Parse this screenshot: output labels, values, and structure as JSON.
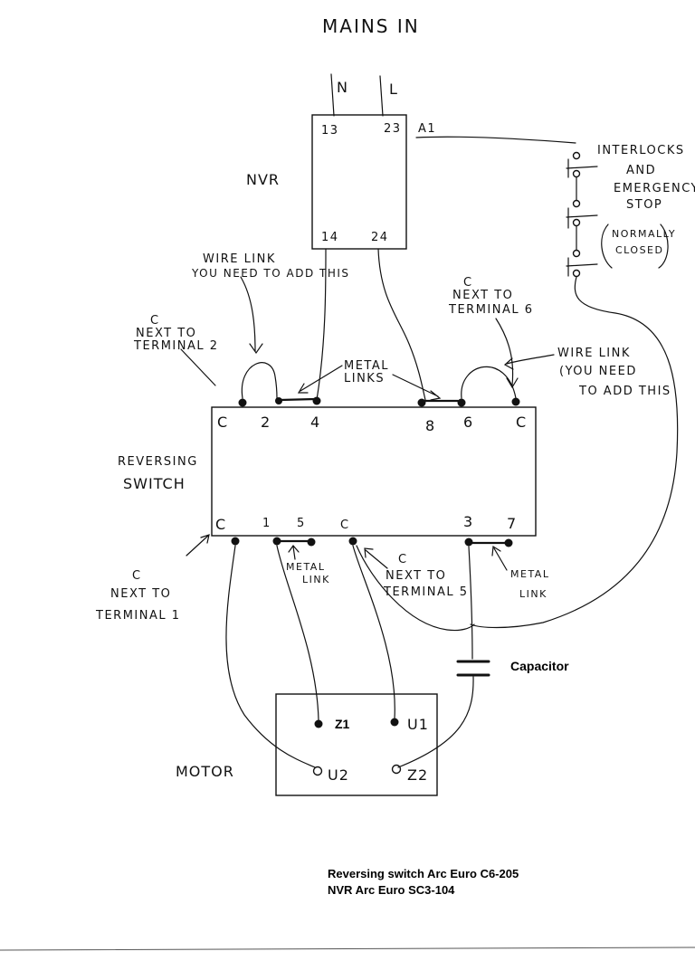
{
  "title": "MAINS IN",
  "supply": {
    "n": "N",
    "l": "L"
  },
  "nvr": {
    "label": "NVR",
    "t13": "13",
    "t23": "23",
    "t14": "14",
    "t24": "24",
    "a1": "A1"
  },
  "interlocks": {
    "line1": "INTERLOCKS",
    "line2": "AND",
    "line3": "EMERGENCY",
    "line4": "STOP",
    "nc1": "NORMALLY",
    "nc2": "CLOSED"
  },
  "switch": {
    "label1": "REVERSING",
    "label2": "SWITCH",
    "top": [
      "C",
      "2",
      "4",
      "8",
      "6",
      "C"
    ],
    "bottom": [
      "C",
      "1",
      "5",
      "C",
      "3",
      "7"
    ]
  },
  "notes": {
    "wire_link_left_1": "WIRE LINK",
    "wire_link_left_2": "YOU NEED TO ADD THIS",
    "c_t2_1": "C",
    "c_t2_2": "NEXT TO",
    "c_t2_3": "TERMINAL 2",
    "metal_links_1": "METAL",
    "metal_links_2": "LINKS",
    "c_t6_1": "C",
    "c_t6_2": "NEXT TO",
    "c_t6_3": "TERMINAL 6",
    "wire_link_right_1": "WIRE LINK",
    "wire_link_right_2": "(YOU NEED",
    "wire_link_right_3": "TO ADD THIS",
    "c_t1_1": "C",
    "c_t1_2": "NEXT TO",
    "c_t1_3": "TERMINAL 1",
    "metal_link_l_1": "METAL",
    "metal_link_l_2": "LINK",
    "c_t5_1": "C",
    "c_t5_2": "NEXT TO",
    "c_t5_3": "TERMINAL 5",
    "metal_link_r_1": "METAL",
    "metal_link_r_2": "LINK"
  },
  "capacitor": "Capacitor",
  "motor": {
    "label": "MOTOR",
    "z1": "Z1",
    "u1": "U1",
    "u2": "U2",
    "z2": "Z2"
  },
  "footer": {
    "line1": "Reversing switch Arc Euro C6-205",
    "line2": "NVR Arc Euro  SC3-104"
  }
}
